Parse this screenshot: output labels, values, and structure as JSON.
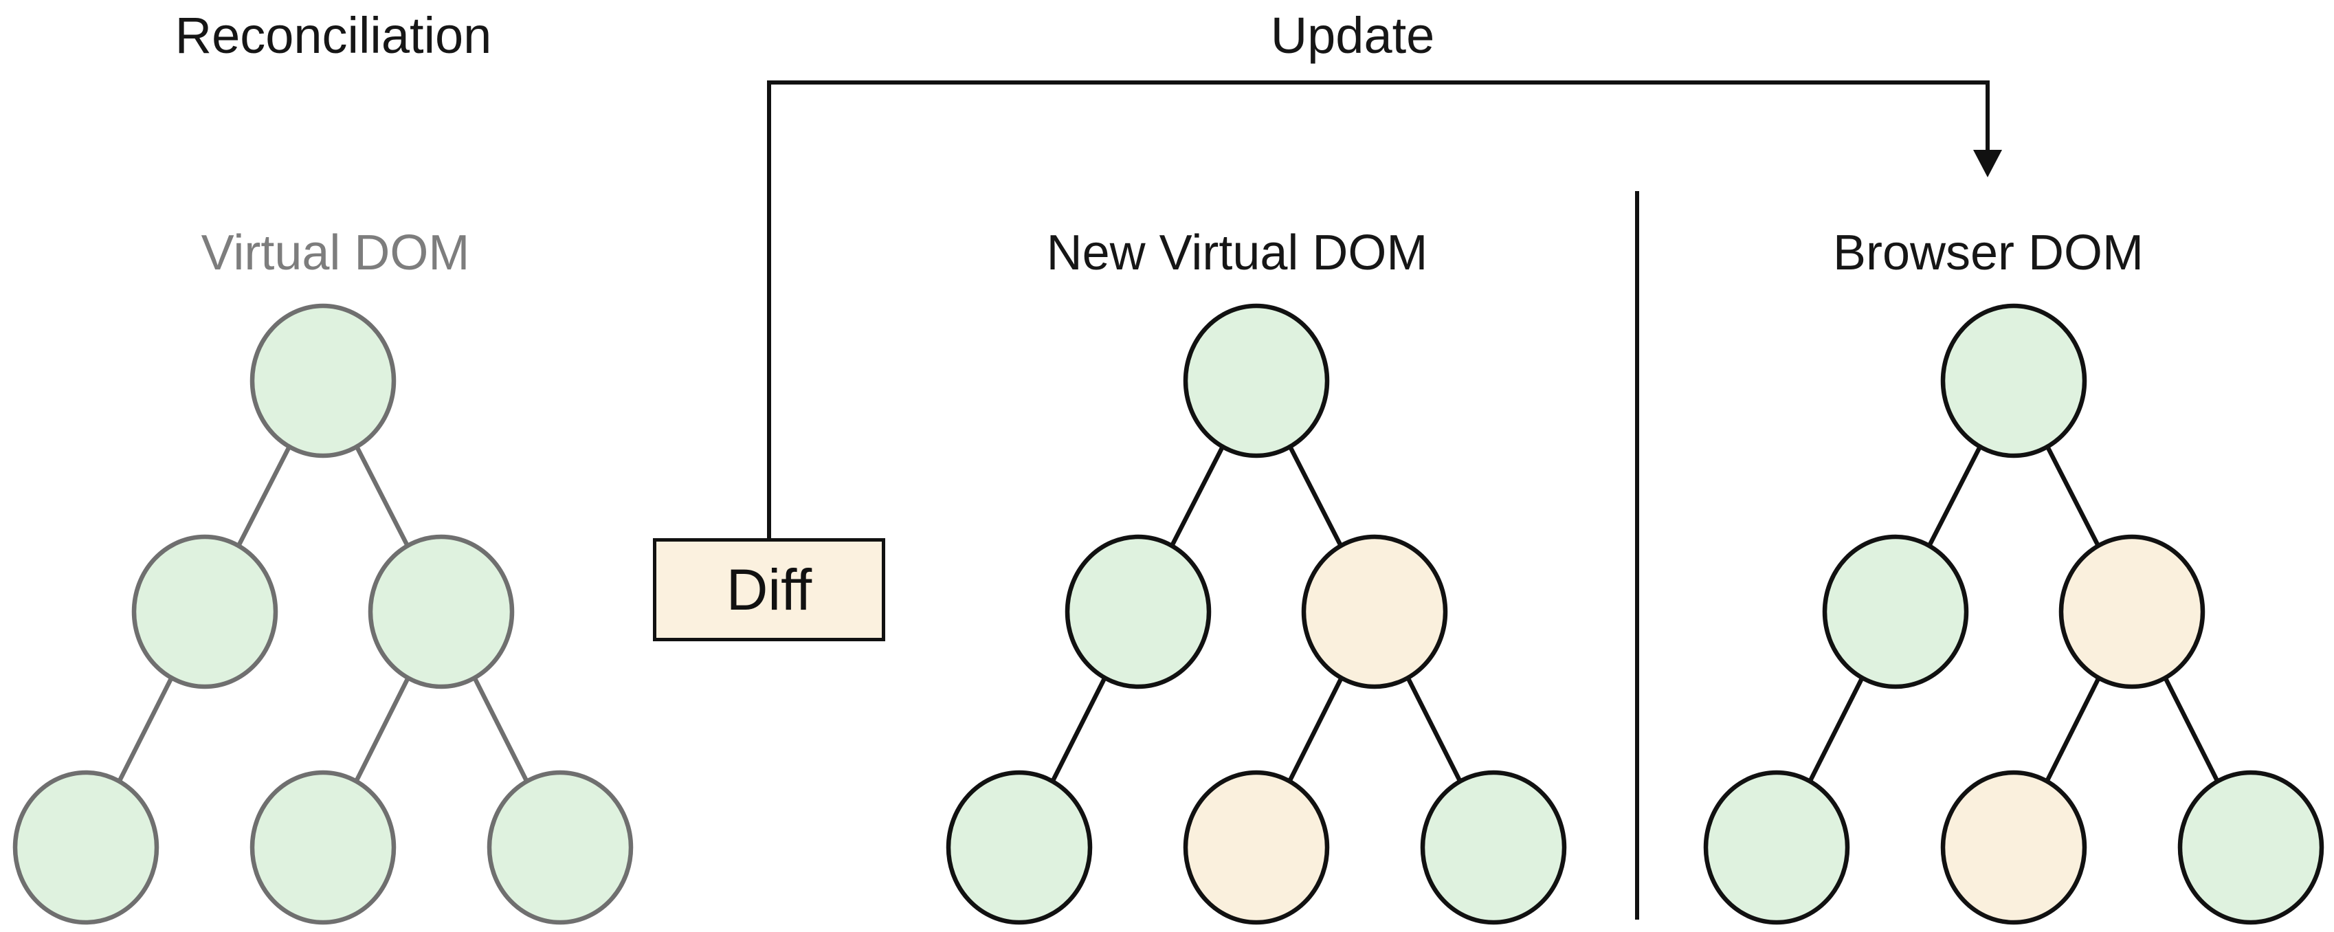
{
  "titles": {
    "reconciliation": "Reconciliation",
    "update": "Update"
  },
  "diff_box": {
    "label": "Diff"
  },
  "trees": [
    {
      "id": "virtual-dom",
      "label": "Virtual DOM",
      "style": "muted",
      "nodes": [
        {
          "name": "root",
          "state": "unchanged"
        },
        {
          "name": "mid-left",
          "state": "unchanged"
        },
        {
          "name": "mid-right",
          "state": "unchanged"
        },
        {
          "name": "bottom-left",
          "state": "unchanged"
        },
        {
          "name": "bottom-center",
          "state": "unchanged"
        },
        {
          "name": "bottom-right",
          "state": "unchanged"
        }
      ]
    },
    {
      "id": "new-virtual-dom",
      "label": "New Virtual DOM",
      "style": "normal",
      "nodes": [
        {
          "name": "root",
          "state": "unchanged"
        },
        {
          "name": "mid-left",
          "state": "unchanged"
        },
        {
          "name": "mid-right",
          "state": "changed"
        },
        {
          "name": "bottom-left",
          "state": "unchanged"
        },
        {
          "name": "bottom-center",
          "state": "changed"
        },
        {
          "name": "bottom-right",
          "state": "unchanged"
        }
      ]
    },
    {
      "id": "browser-dom",
      "label": "Browser DOM",
      "style": "normal",
      "nodes": [
        {
          "name": "root",
          "state": "unchanged"
        },
        {
          "name": "mid-left",
          "state": "unchanged"
        },
        {
          "name": "mid-right",
          "state": "changed"
        },
        {
          "name": "bottom-left",
          "state": "unchanged"
        },
        {
          "name": "bottom-center",
          "state": "changed"
        },
        {
          "name": "bottom-right",
          "state": "unchanged"
        }
      ]
    }
  ],
  "colors": {
    "background": "#ffffff",
    "node_unchanged_fill": "#dff2df",
    "node_changed_fill": "#faf0dd",
    "diff_box_fill": "#fbf1df",
    "stroke": "#111111",
    "muted_stroke": "#6f6f6f",
    "muted_label_text": "#7d7d7d",
    "text": "#161616"
  }
}
